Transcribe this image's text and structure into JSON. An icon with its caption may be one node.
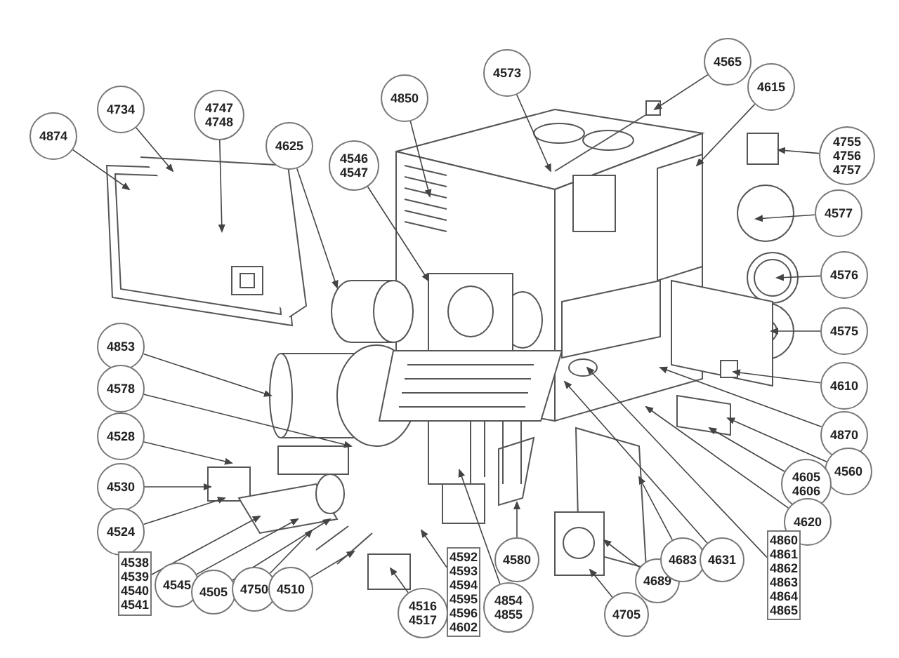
{
  "diagram": {
    "nodes": [
      {
        "text": [
          "4874"
        ]
      },
      {
        "text": [
          "4734"
        ]
      },
      {
        "text": [
          "4747",
          "4748"
        ]
      },
      {
        "text": [
          "4625"
        ]
      },
      {
        "text": [
          "4850"
        ]
      },
      {
        "text": [
          "4546",
          "4547"
        ]
      },
      {
        "text": [
          "4573"
        ]
      },
      {
        "text": [
          "4565"
        ]
      },
      {
        "text": [
          "4615"
        ]
      },
      {
        "text": [
          "4755",
          "4756",
          "4757"
        ]
      },
      {
        "text": [
          "4577"
        ]
      },
      {
        "text": [
          "4576"
        ]
      },
      {
        "text": [
          "4575"
        ]
      },
      {
        "text": [
          "4853"
        ]
      },
      {
        "text": [
          "4578"
        ]
      },
      {
        "text": [
          "4528"
        ]
      },
      {
        "text": [
          "4530"
        ]
      },
      {
        "text": [
          "4610"
        ]
      },
      {
        "text": [
          "4870"
        ]
      },
      {
        "text": [
          "4560"
        ]
      },
      {
        "text": [
          "4605",
          "4606"
        ]
      },
      {
        "text": [
          "4620"
        ]
      },
      {
        "text": [
          "4524"
        ]
      },
      {
        "text": [
          "4538",
          "4539",
          "4540",
          "4541"
        ]
      },
      {
        "text": [
          "4545"
        ]
      },
      {
        "text": [
          "4505"
        ]
      },
      {
        "text": [
          "4750"
        ]
      },
      {
        "text": [
          "4510"
        ]
      },
      {
        "text": [
          "4516",
          "4517"
        ]
      },
      {
        "text": [
          "4592",
          "4593",
          "4594",
          "4595",
          "4596",
          "4602"
        ]
      },
      {
        "text": [
          "4854",
          "4855"
        ]
      },
      {
        "text": [
          "4580"
        ]
      },
      {
        "text": [
          "4689"
        ]
      },
      {
        "text": [
          "4705"
        ]
      },
      {
        "text": [
          "4683"
        ]
      },
      {
        "text": [
          "4631"
        ]
      },
      {
        "text": [
          "4860",
          "4861",
          "4862",
          "4863",
          "4864",
          "4865"
        ]
      },
      {
        "text": [],
        "shape": "box"
      }
    ],
    "edges": [
      {
        "from": 0,
        "to": null,
        "arrow": "to"
      },
      {
        "from": 1,
        "to": null,
        "arrow": "to"
      },
      {
        "from": 2,
        "to": null,
        "arrow": "to"
      },
      {
        "from": 3,
        "to": null,
        "arrow": "to"
      },
      {
        "from": 4,
        "to": null,
        "arrow": "to"
      },
      {
        "from": 5,
        "to": null,
        "arrow": "to"
      },
      {
        "from": 6,
        "to": null,
        "arrow": "to"
      },
      {
        "from": 7,
        "to": null,
        "arrow": "to"
      },
      {
        "from": 8,
        "to": null,
        "arrow": "to"
      },
      {
        "from": 9,
        "to": 37,
        "arrow": "to"
      },
      {
        "from": 10,
        "to": null,
        "arrow": "to"
      },
      {
        "from": 11,
        "to": null,
        "arrow": "to"
      },
      {
        "from": 12,
        "to": null,
        "arrow": "to"
      },
      {
        "from": 13,
        "to": null,
        "arrow": "to"
      },
      {
        "from": 14,
        "to": null,
        "arrow": "to"
      },
      {
        "from": 15,
        "to": null,
        "arrow": "to"
      },
      {
        "from": 16,
        "to": null,
        "arrow": "to"
      },
      {
        "from": 17,
        "to": null,
        "arrow": "to"
      },
      {
        "from": 18,
        "to": null,
        "arrow": "to"
      },
      {
        "from": 19,
        "to": null,
        "arrow": "to"
      },
      {
        "from": 20,
        "to": null,
        "arrow": "to"
      },
      {
        "from": 21,
        "to": null,
        "arrow": "to"
      },
      {
        "from": 22,
        "to": null,
        "arrow": "to"
      },
      {
        "from": 23,
        "to": null,
        "arrow": "to"
      },
      {
        "from": 24,
        "to": null,
        "arrow": "to"
      },
      {
        "from": 25,
        "to": null,
        "arrow": "to"
      },
      {
        "from": 26,
        "to": null,
        "arrow": "to"
      },
      {
        "from": 27,
        "to": null,
        "arrow": "to"
      },
      {
        "from": 28,
        "to": null,
        "arrow": "to"
      },
      {
        "from": 29,
        "to": null,
        "arrow": "to"
      },
      {
        "from": 30,
        "to": null,
        "arrow": "to"
      },
      {
        "from": 31,
        "to": null,
        "arrow": "to"
      },
      {
        "from": 32,
        "to": null,
        "arrow": "to"
      },
      {
        "from": 33,
        "to": null,
        "arrow": "to"
      },
      {
        "from": 34,
        "to": null,
        "arrow": "to"
      },
      {
        "from": 35,
        "to": null,
        "arrow": "to"
      },
      {
        "from": 36,
        "to": null,
        "arrow": "to"
      }
    ]
  }
}
